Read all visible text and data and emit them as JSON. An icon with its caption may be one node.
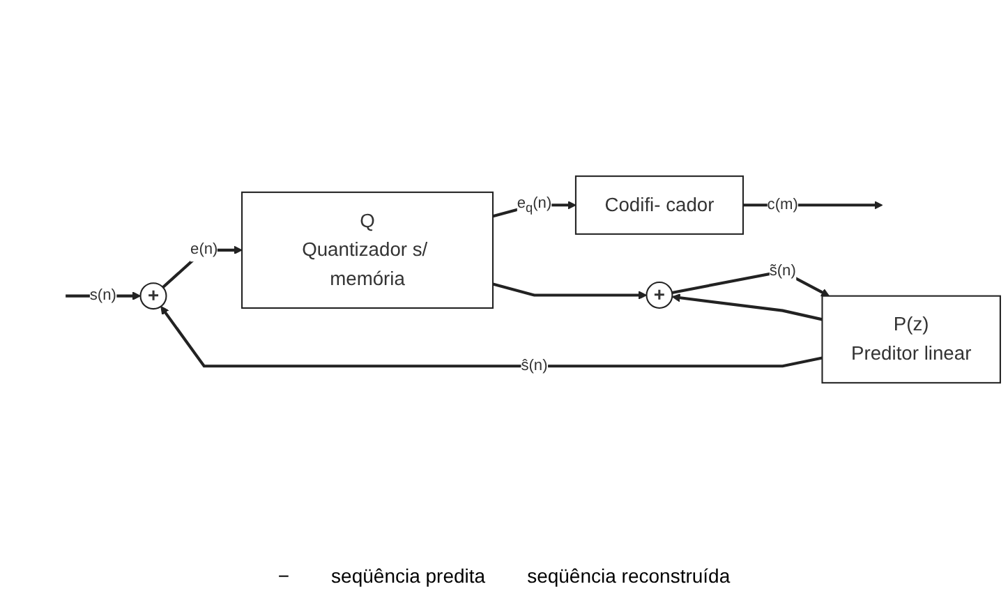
{
  "diagram": {
    "nodes": [
      {
        "text": [
          "+"
        ]
      },
      {
        "text": [
          "Q",
          "Quantizador s/ memória"
        ]
      },
      {
        "text": [
          "Codifi- cador"
        ]
      },
      {
        "text": [
          "+"
        ]
      },
      {
        "text": [
          "P(z)",
          "Preditor linear"
        ]
      }
    ],
    "edges": [
      {
        "from": null,
        "to": 0,
        "arrow": "to",
        "label": "s(n)"
      },
      {
        "from": 0,
        "to": 1,
        "arrow": "to",
        "label": "e(n)"
      },
      {
        "from": 1,
        "to": 2,
        "arrow": "to",
        "label": "e$_{q}$(n)"
      },
      {
        "from": 1,
        "to": 3,
        "arrow": "to"
      },
      {
        "from": 2,
        "to": null,
        "arrow": "to",
        "label": "c(m)"
      },
      {
        "from": 3,
        "to": 4,
        "arrow": "to",
        "label": "s̃(n)"
      },
      {
        "from": 4,
        "to": 0,
        "arrow": "to",
        "label": "ŝ(n)"
      },
      {
        "from": 4,
        "to": 3,
        "arrow": "to"
      }
    ],
    "labels": [
      "−",
      "seqüência predita",
      "seqüência reconstruída"
    ]
  }
}
